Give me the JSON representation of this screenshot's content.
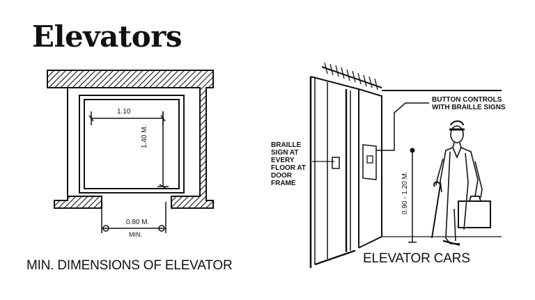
{
  "page": {
    "title": "Elevators"
  },
  "left_figure": {
    "caption": "MIN. DIMENSIONS OF ELEVATOR",
    "width_dim": "1.10",
    "depth_dim": "1.40 M.",
    "door_dim": "0.80 M.",
    "door_note": "MIN."
  },
  "right_figure": {
    "caption": "ELEVATOR CARS",
    "button_label_1": "BUTTON CONTROLS",
    "button_label_2": "WITH BRAILLE SIGNS",
    "braille_1": "BRAILLE",
    "braille_2": "SIGN AT",
    "braille_3": "EVERY",
    "braille_4": "FLOOR AT",
    "braille_5": "DOOR",
    "braille_6": "FRAME",
    "height_dim": "0.90 - 1.20 M."
  }
}
